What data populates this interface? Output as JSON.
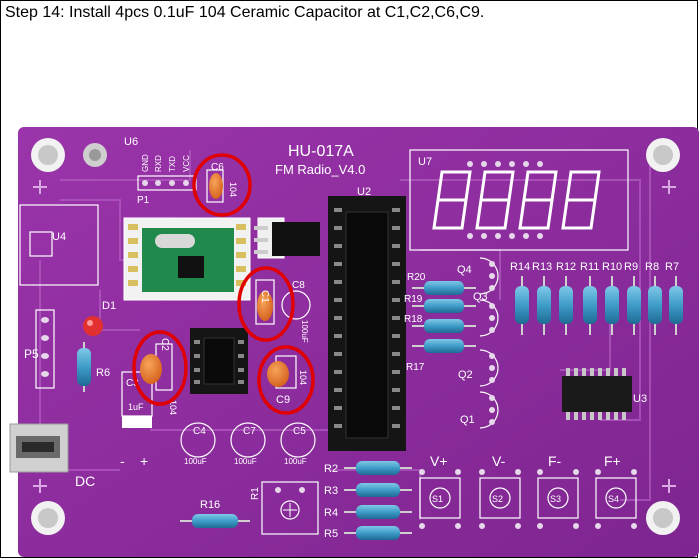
{
  "caption": "Step 14: Install 4pcs 0.1uF 104 Ceramic Capacitor at C1,C2,C6,C9.",
  "board": {
    "title": "HU-017A",
    "subtitle": "FM Radio_V4.0",
    "header_pins": [
      "GND",
      "RXD",
      "TXD",
      "VCC"
    ],
    "labels": {
      "u6": "U6",
      "u7": "U7",
      "u2": "U2",
      "u4": "U4",
      "u3": "U3",
      "p1": "P1",
      "p5": "P5",
      "d1": "D1",
      "dc": "DC",
      "c6": "C6",
      "c1": "C1",
      "c2": "C2",
      "c9": "C9",
      "c8": "C8",
      "c3": "C3",
      "c4": "C4",
      "c7": "C7",
      "c5": "C5",
      "q1": "Q1",
      "q2": "Q2",
      "q3": "Q3",
      "q4": "Q4",
      "r1": "R1",
      "r2": "R2",
      "r3": "R3",
      "r4": "R4",
      "r5": "R5",
      "r6": "R6",
      "r16": "R16",
      "r17": "R17",
      "r18": "R18",
      "r19": "R19",
      "r20": "R20",
      "s1": "S1",
      "s2": "S2",
      "s3": "S3",
      "s4": "S4",
      "vplus": "V+",
      "vminus": "V-",
      "fminus": "F-",
      "fplus": "F+",
      "cap104": "104",
      "cap100uf": "100uF",
      "cap1uf": "1uF",
      "minus": "-",
      "plus": "+"
    },
    "top_resistors": [
      "R14",
      "R13",
      "R12",
      "R11",
      "R10",
      "R9",
      "R8",
      "R7"
    ]
  },
  "colors": {
    "pcb": "#8d2c9c",
    "highlight": "#e00000",
    "ceramic_cap": "#e87a2e"
  }
}
